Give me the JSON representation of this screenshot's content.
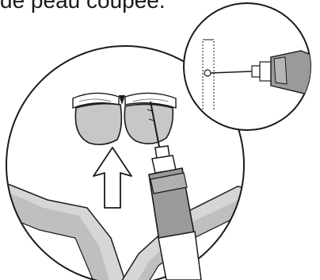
{
  "caption": "de peau coupée.",
  "colors": {
    "ink": "#1a1a1a",
    "skin": "#c7c7c7",
    "skin_dark": "#8f8f8f",
    "tool_body": "#9a9a9a",
    "paper": "#ffffff"
  },
  "icons": [
    "scalp-surface",
    "hair-follicle-graft",
    "up-arrow",
    "micro-punch-instrument",
    "magnified-inset"
  ]
}
